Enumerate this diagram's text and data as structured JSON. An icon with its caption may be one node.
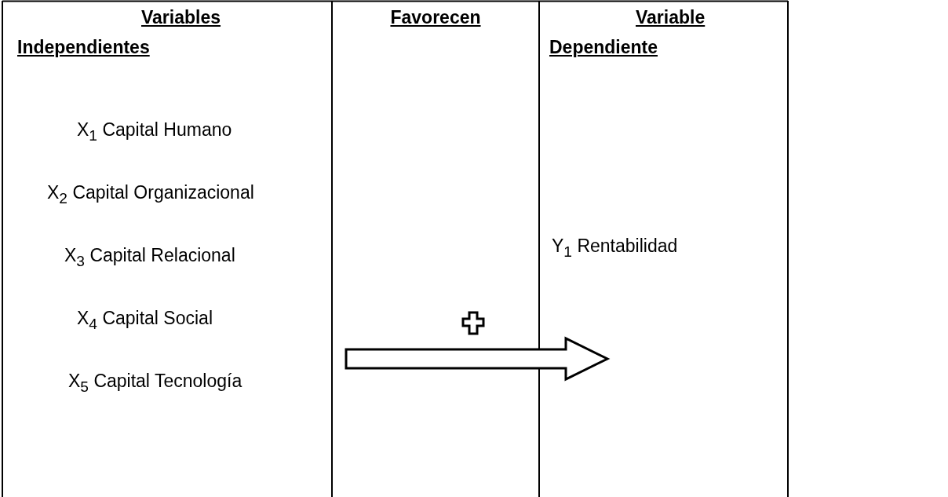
{
  "diagram": {
    "labels": [
      "Variables Independientes",
      "Favorecen",
      "Variable Dependiente",
      "X$_{1}$ Capital Humano",
      "X$_{2}$ Capital Organizacional",
      "X$_{3}$ Capital Relacional",
      "X$_{4}$ Capital Social",
      "X$_{5}$ Capital Tecnología",
      "Y$_{1}$ Rentabilidad"
    ]
  }
}
